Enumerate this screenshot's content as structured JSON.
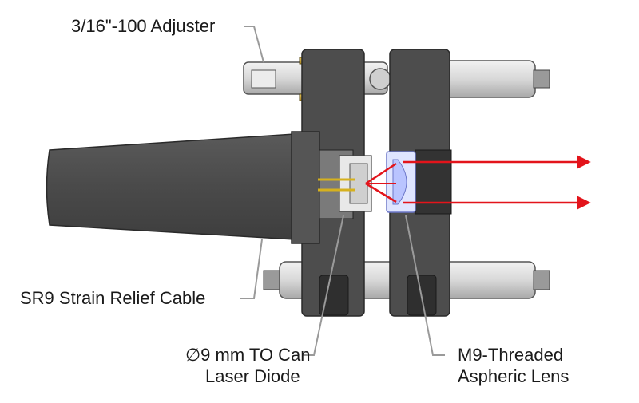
{
  "labels": {
    "adjuster": "3/16\"-100 Adjuster",
    "strain_relief": "SR9 Strain Relief Cable",
    "diode_line1": "∅9 mm TO Can",
    "diode_line2": "Laser Diode",
    "lens_line1": "M9-Threaded",
    "lens_line2": "Aspheric Lens"
  },
  "colors": {
    "housing": "#4d4d4d",
    "housing_dark": "#3a3a3a",
    "rod": "#d9d9d9",
    "brass": "#c8a23a",
    "beam": "#e3141b",
    "leader": "#9a9a9a",
    "lens": "#cfd8ff"
  }
}
